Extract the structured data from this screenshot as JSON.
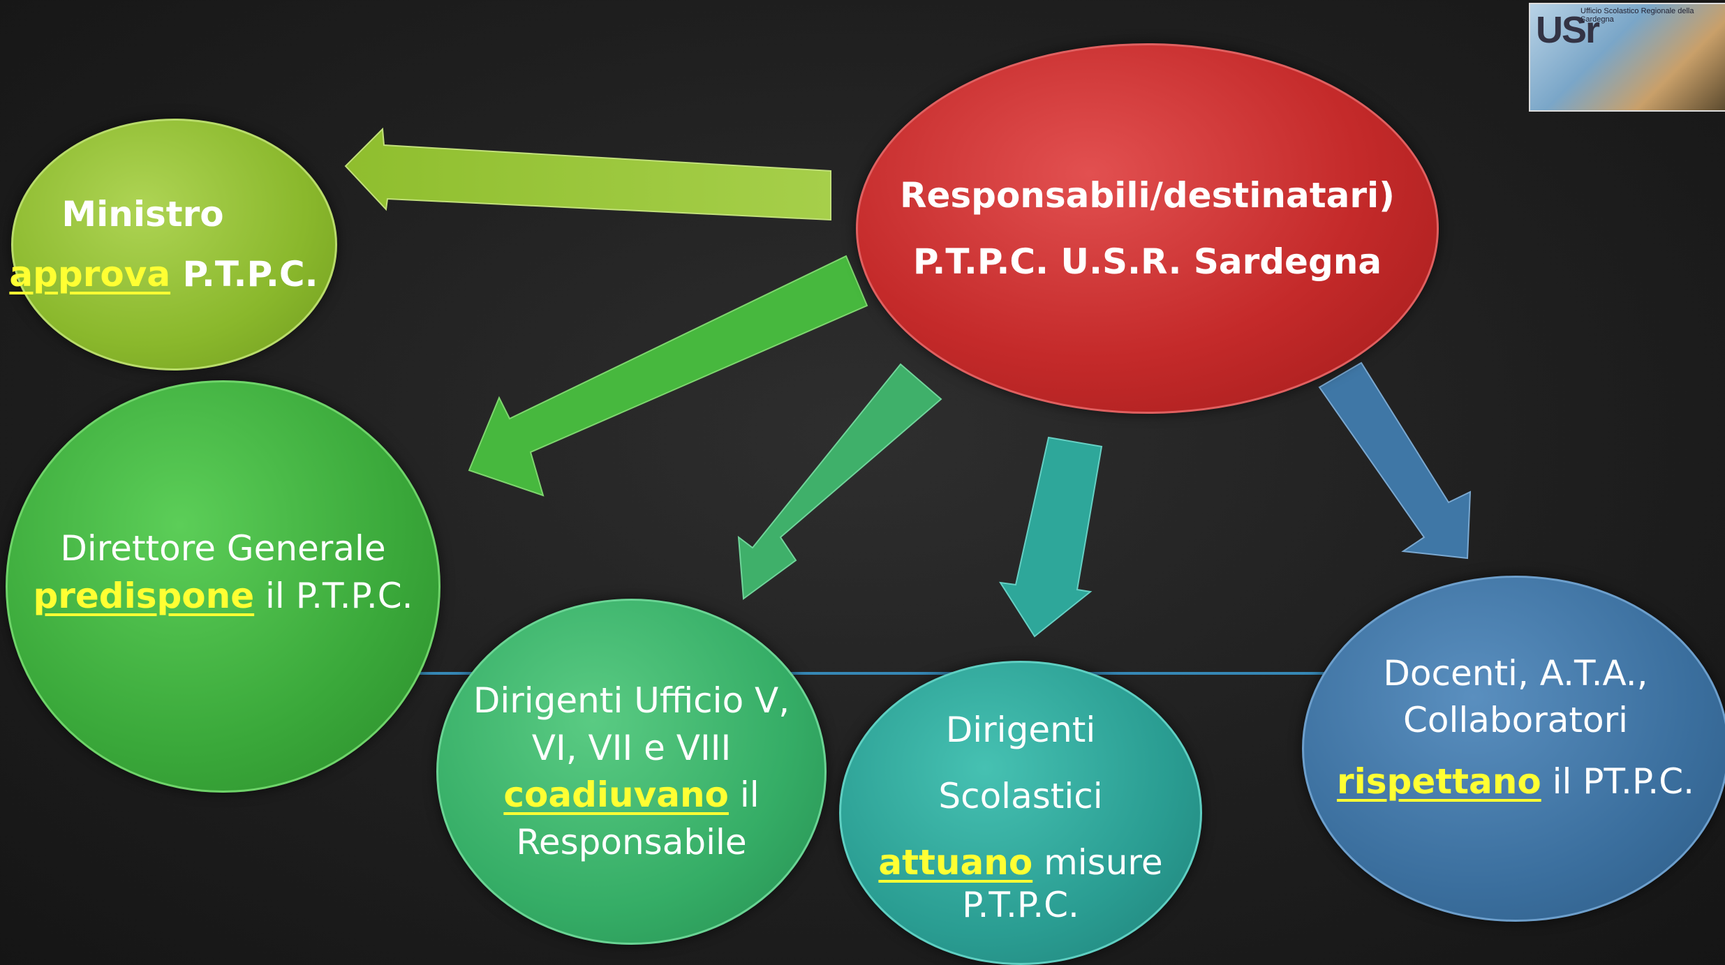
{
  "logo": {
    "mark": "USr",
    "caption": "Ufficio Scolastico Regionale della Sardegna"
  },
  "colors": {
    "responsabile": "#c42a2a",
    "ministro": "#8ab82c",
    "direttore": "#3aa83a",
    "ufficio": "#35ad66",
    "scolastici": "#2a9d92",
    "docenti": "#3b6f9e",
    "highlight": "#ffff33"
  },
  "nodes": {
    "responsabile": {
      "line1": "Responsabili/destinatari)",
      "line2": "P.T.P.C. U.S.R. Sardegna"
    },
    "ministro": {
      "line1": "Ministro",
      "verb": "approva",
      "rest": " P.T.P.C."
    },
    "direttore": {
      "line1": "Direttore Generale",
      "verb": "predispone",
      "rest": " il P.T.P.C."
    },
    "ufficio": {
      "line1": "Dirigenti Ufficio V,",
      "line2": "VI, VII e VIII",
      "verb": "coadiuvano",
      "rest": " il",
      "line4": "Responsabile"
    },
    "scolastici": {
      "line1": "Dirigenti",
      "line2": "Scolastici",
      "verb": "attuano",
      "rest": " misure",
      "line4": "P.T.P.C."
    },
    "docenti": {
      "line1": "Docenti, A.T.A.,",
      "line2": "Collaboratori",
      "verb": "rispettano",
      "rest": " il PT.P.C."
    }
  }
}
